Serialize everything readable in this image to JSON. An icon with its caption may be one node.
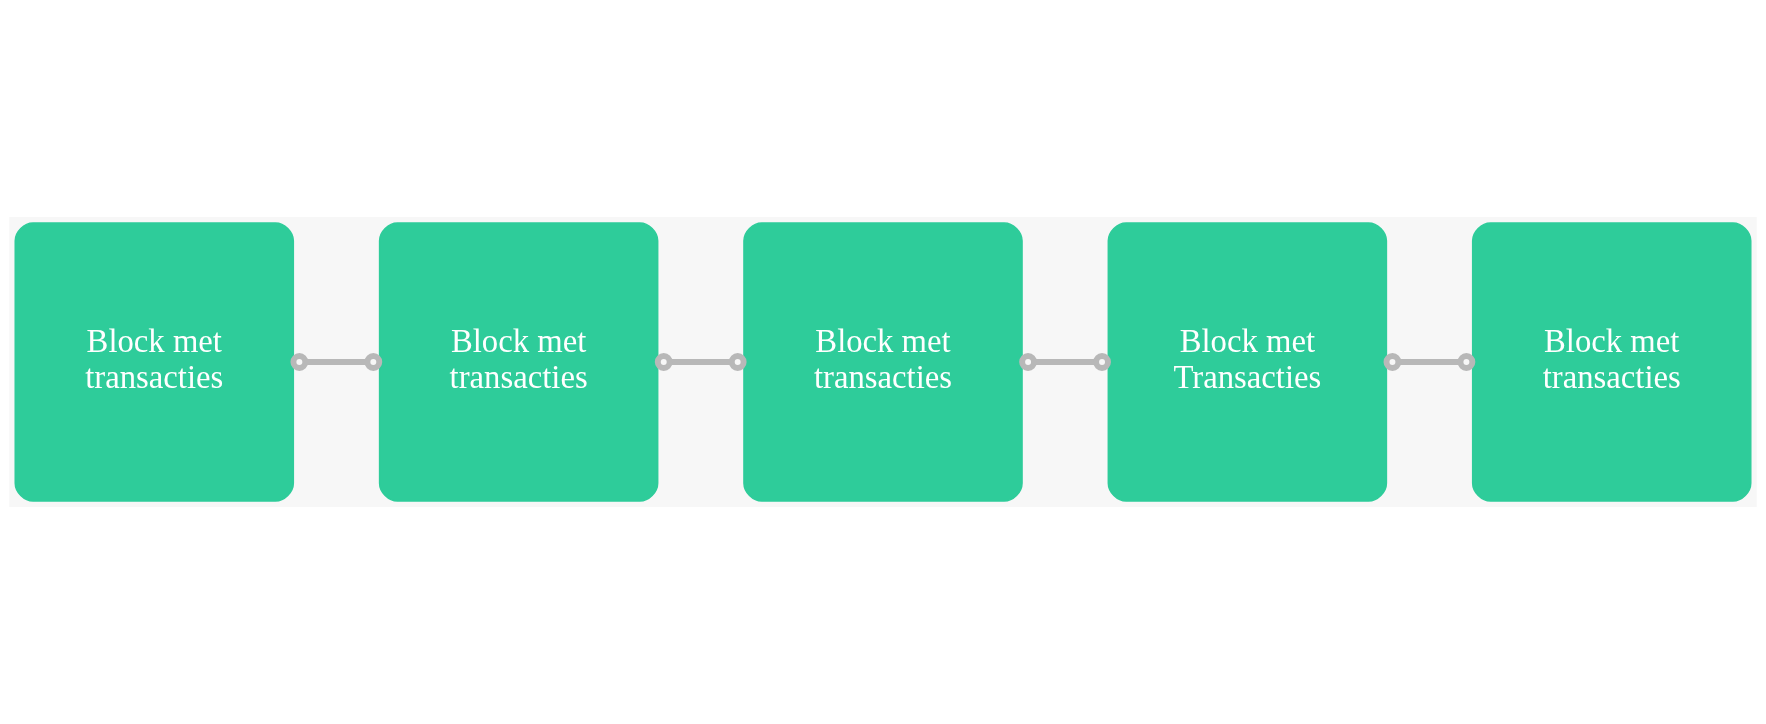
{
  "diagram": {
    "nodes": [
      {
        "text": [
          "Block met transacties"
        ]
      },
      {
        "text": [
          "Block met transacties"
        ]
      },
      {
        "text": [
          "Block met transacties"
        ]
      },
      {
        "text": [
          "Block met Transacties"
        ]
      },
      {
        "text": [
          "Block met transacties"
        ]
      }
    ],
    "edges": [
      {
        "from": 0,
        "to": 1,
        "arrow": "other"
      },
      {
        "from": 1,
        "to": 2,
        "arrow": "other"
      },
      {
        "from": 2,
        "to": 3,
        "arrow": "other"
      },
      {
        "from": 3,
        "to": 4,
        "arrow": "other"
      }
    ]
  }
}
